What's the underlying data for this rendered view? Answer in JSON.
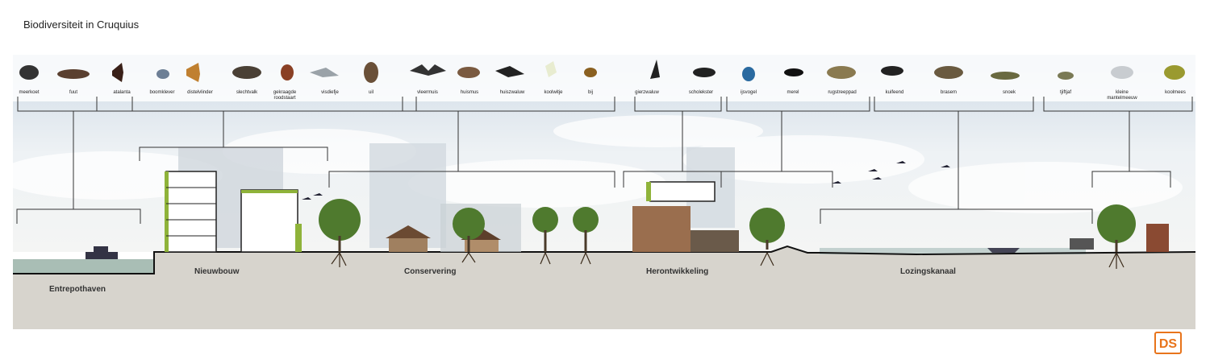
{
  "title": "Biodiversiteit in Cruquius",
  "species": [
    {
      "label": "meerkoet",
      "icon": "coot-icon"
    },
    {
      "label": "fuut",
      "icon": "grebe-icon"
    },
    {
      "label": "atalanta",
      "icon": "red-admiral-butterfly-icon"
    },
    {
      "label": "boomklever",
      "icon": "nuthatch-icon"
    },
    {
      "label": "distelvlinder",
      "icon": "painted-lady-butterfly-icon"
    },
    {
      "label": "slechtvalk",
      "icon": "peregrine-falcon-icon"
    },
    {
      "label": "gekraagde roodstaart",
      "icon": "redstart-icon"
    },
    {
      "label": "visdiefje",
      "icon": "tern-icon"
    },
    {
      "label": "uil",
      "icon": "owl-icon"
    },
    {
      "label": "vleermuis",
      "icon": "bat-icon"
    },
    {
      "label": "huismus",
      "icon": "house-sparrow-icon"
    },
    {
      "label": "huiszwaluw",
      "icon": "house-martin-icon"
    },
    {
      "label": "koolwitje",
      "icon": "cabbage-white-butterfly-icon"
    },
    {
      "label": "bij",
      "icon": "bee-icon"
    },
    {
      "label": "gierzwaluw",
      "icon": "swift-icon"
    },
    {
      "label": "scholekster",
      "icon": "oystercatcher-icon"
    },
    {
      "label": "ijsvogel",
      "icon": "kingfisher-icon"
    },
    {
      "label": "merel",
      "icon": "blackbird-icon"
    },
    {
      "label": "rugstreeppad",
      "icon": "natterjack-toad-icon"
    },
    {
      "label": "kuifeend",
      "icon": "tufted-duck-icon"
    },
    {
      "label": "brasem",
      "icon": "bream-icon"
    },
    {
      "label": "snoek",
      "icon": "pike-icon"
    },
    {
      "label": "tjiftjaf",
      "icon": "chiffchaff-icon"
    },
    {
      "label": "kleine mantelmeeuw",
      "icon": "gull-icon"
    },
    {
      "label": "koolmees",
      "icon": "great-tit-icon"
    }
  ],
  "zones": [
    {
      "label": "Entrepothaven"
    },
    {
      "label": "Nieuwbouw"
    },
    {
      "label": "Conservering"
    },
    {
      "label": "Herontwikkeling"
    },
    {
      "label": "Lozingskanaal"
    }
  ],
  "logo_text": "DS",
  "colors": {
    "accent": "#e8741b",
    "ground": "#d6d3cc",
    "sky": "#dfe8ef",
    "tree": "#4f7a2e",
    "green_roof": "#8fb33a"
  }
}
